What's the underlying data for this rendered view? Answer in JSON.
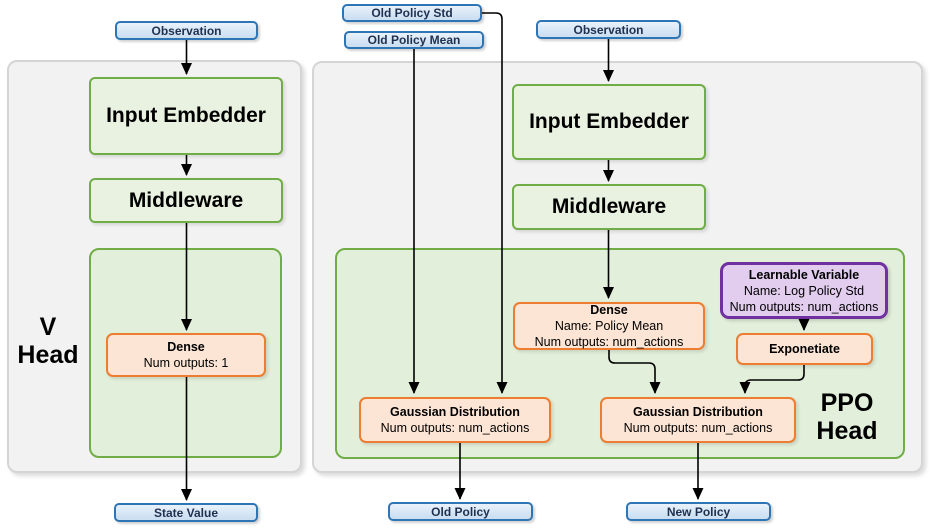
{
  "diagram": {
    "inputs": {
      "observation_left": "Observation",
      "old_policy_std": "Old Policy Std",
      "old_policy_mean": "Old Policy Mean",
      "observation_right": "Observation"
    },
    "v_head": {
      "label_line1": "V",
      "label_line2": "Head",
      "input_embedder": "Input Embedder",
      "middleware": "Middleware",
      "dense": {
        "title": "Dense",
        "line1": "Num outputs: 1"
      }
    },
    "ppo_head": {
      "label_line1": "PPO",
      "label_line2": "Head",
      "input_embedder": "Input Embedder",
      "middleware": "Middleware",
      "dense": {
        "title": "Dense",
        "line1": "Name: Policy Mean",
        "line2": "Num outputs: num_actions"
      },
      "learnable_variable": {
        "title": "Learnable Variable",
        "line1": "Name: Log Policy Std",
        "line2": "Num outputs: num_actions"
      },
      "exponetiate": {
        "title": "Exponetiate"
      },
      "gaussian_old": {
        "title": "Gaussian Distribution",
        "line1": "Num outputs: num_actions"
      },
      "gaussian_new": {
        "title": "Gaussian Distribution",
        "line1": "Num outputs: num_actions"
      }
    },
    "outputs": {
      "state_value": "State Value",
      "old_policy": "Old Policy",
      "new_policy": "New Policy"
    },
    "colors": {
      "io_border": "#2E75B6",
      "io_fill": "#CDE0F2",
      "io_text": "#1F3050",
      "green_border": "#70AD47",
      "green_node_fill": "#E9F2E1",
      "inner_fill": "#E2EFDA",
      "panel_fill": "#F2F2F2",
      "panel_border": "#D5D5D5",
      "orange_border": "#ED7D31",
      "orange_fill": "#FCE5D4",
      "purple_border": "#7030A0",
      "purple_fill": "#E2CDEF",
      "arrow": "#000000"
    }
  }
}
